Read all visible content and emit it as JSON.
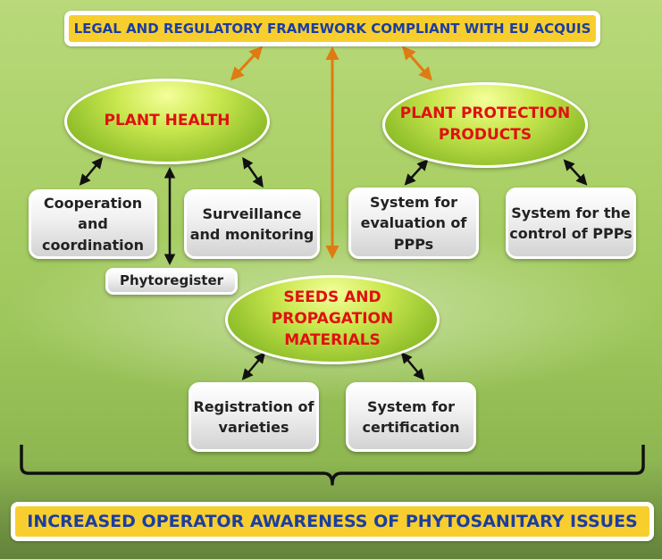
{
  "top_banner": {
    "text": "LEGAL AND REGULATORY FRAMEWORK  COMPLIANT WITH EU ACQUIS"
  },
  "plant_health": {
    "title": "PLANT HEALTH",
    "children": [
      "Cooperation and coordination",
      "Surveillance and monitoring"
    ],
    "side_item": "Phytoregister"
  },
  "plant_protection": {
    "title": "PLANT PROTECTION PRODUCTS",
    "children": [
      "System for evaluation of PPPs",
      "System for the control of PPPs"
    ]
  },
  "seeds": {
    "title": "SEEDS AND PROPAGATION MATERIALS",
    "children": [
      "Registration of varieties",
      "System for certification"
    ]
  },
  "bottom_banner": {
    "text": "INCREASED OPERATOR AWARENESS OF  PHYTOSANITARY ISSUES"
  },
  "colors": {
    "banner_fill": "#f8ce2e",
    "banner_text": "#1c3ea0",
    "node_title_text": "#e01010",
    "orange_arrow": "#e07a12",
    "black_arrow": "#111111"
  }
}
